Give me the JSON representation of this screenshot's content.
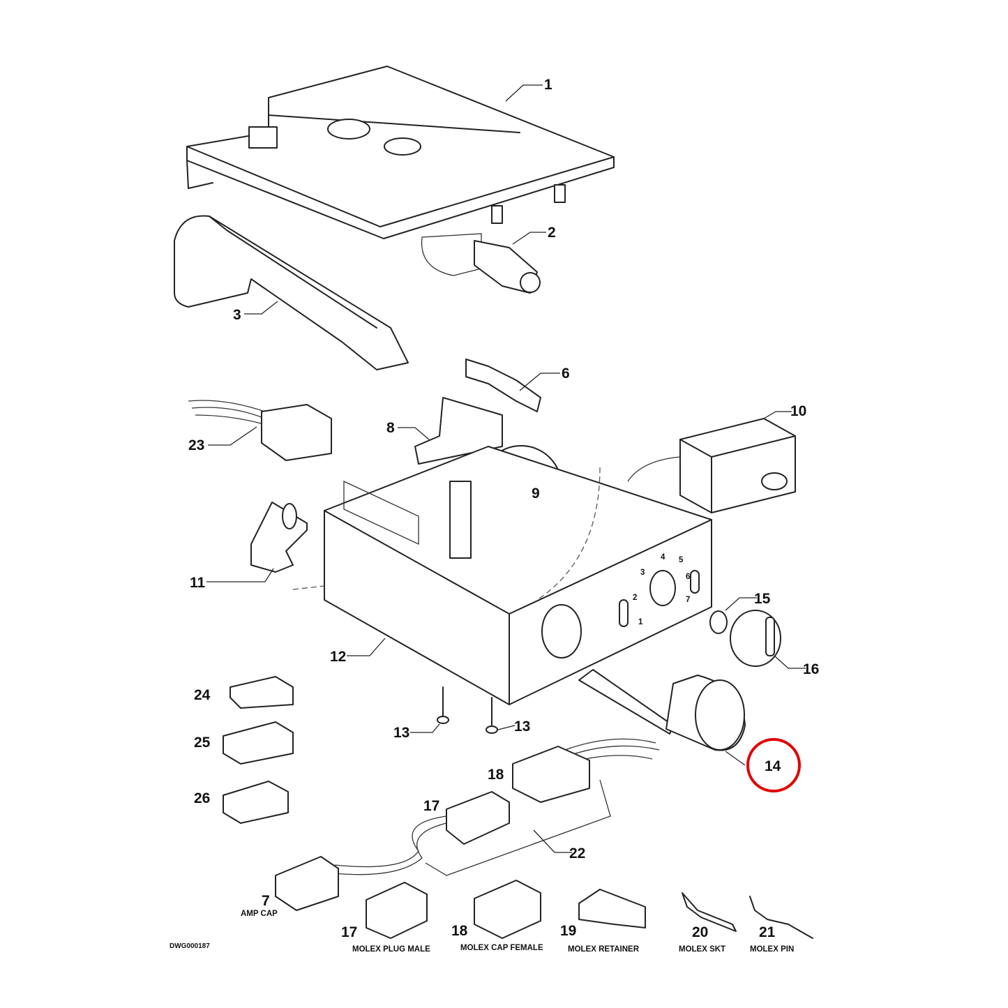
{
  "drawing_id": "DWG000187",
  "highlight_color": "#e00000",
  "highlighted_callout": "14",
  "callouts": {
    "c1": "1",
    "c2": "2",
    "c3": "3",
    "c6": "6",
    "c8": "8",
    "c9": "9",
    "c10": "10",
    "c11": "11",
    "c12": "12",
    "c13a": "13",
    "c13b": "13",
    "c14": "14",
    "c15": "15",
    "c16": "16",
    "c17": "17",
    "c18": "18",
    "c22": "22",
    "c23": "23",
    "c24": "24",
    "c25": "25",
    "c26": "26"
  },
  "legend": [
    {
      "number": "7",
      "caption": "AMP CAP"
    },
    {
      "number": "17",
      "caption": "MOLEX PLUG MALE"
    },
    {
      "number": "18",
      "caption": "MOLEX CAP FEMALE"
    },
    {
      "number": "19",
      "caption": "MOLEX RETAINER"
    },
    {
      "number": "20",
      "caption": "MOLEX SKT"
    },
    {
      "number": "21",
      "caption": "MOLEX PIN"
    }
  ],
  "dial_marks": [
    "1",
    "2",
    "3",
    "4",
    "5",
    "6",
    "7"
  ]
}
